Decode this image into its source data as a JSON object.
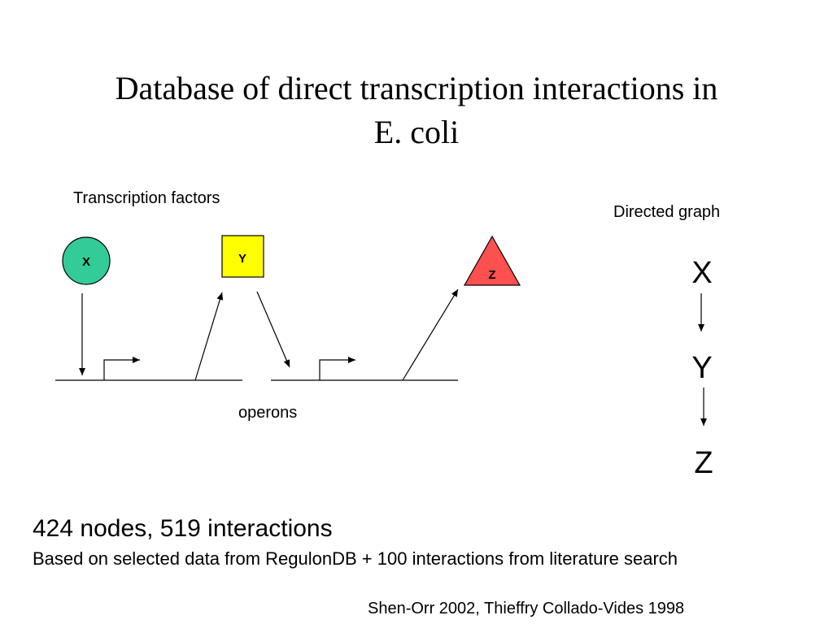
{
  "slide": {
    "title_line1": "Database of direct transcription interactions in",
    "title_line2": "E. coli"
  },
  "diagram": {
    "tf_label": "Transcription factors",
    "operons_label": "operons",
    "directed_graph_label": "Directed graph",
    "tf_nodes": [
      {
        "label": "X",
        "shape": "circle",
        "color": "#33cc99"
      },
      {
        "label": "Y",
        "shape": "square",
        "color": "#ffff00"
      },
      {
        "label": "Z",
        "shape": "triangle",
        "color": "#ff5050"
      }
    ],
    "graph_nodes": [
      "X",
      "Y",
      "Z"
    ]
  },
  "stats": {
    "line1": "424 nodes, 519 interactions",
    "line2": "Based on selected data from RegulonDB + 100 interactions from literature search"
  },
  "citation": "Shen-Orr 2002, Thieffry Collado-Vides 1998"
}
